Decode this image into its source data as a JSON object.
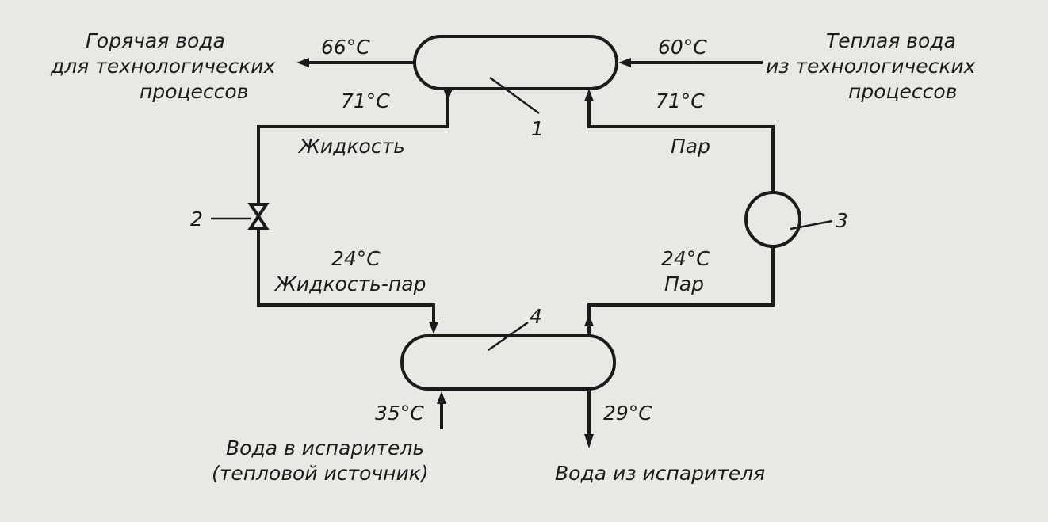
{
  "colors": {
    "background": "#e9e8e4",
    "ink": "#1b1b1b"
  },
  "labels": {
    "hot_water_out": [
      "Горячая вода",
      "для технологических",
      "процессов"
    ],
    "warm_water_in": [
      "Теплая вода",
      "из технологических",
      "процессов"
    ],
    "temp_hot_out": "66°C",
    "temp_warm_in": "60°C",
    "temp_condenser_liquid": "71°C",
    "temp_condenser_vapor": "71°C",
    "phase_liquid": "Жидкость",
    "phase_vapor_top": "Пар",
    "temp_evap_mix": "24°C",
    "phase_liquid_vapor": "Жидкость-пар",
    "temp_evap_vapor": "24°C",
    "phase_vapor_bottom": "Пар",
    "temp_evap_water_in": "35°C",
    "temp_evap_water_out": "29°C",
    "evap_water_in": [
      "Вода в испаритель",
      "(тепловой источник)"
    ],
    "evap_water_out": "Вода из испарителя"
  },
  "components": {
    "condenser": "1",
    "valve": "2",
    "compressor": "3",
    "evaporator": "4"
  }
}
